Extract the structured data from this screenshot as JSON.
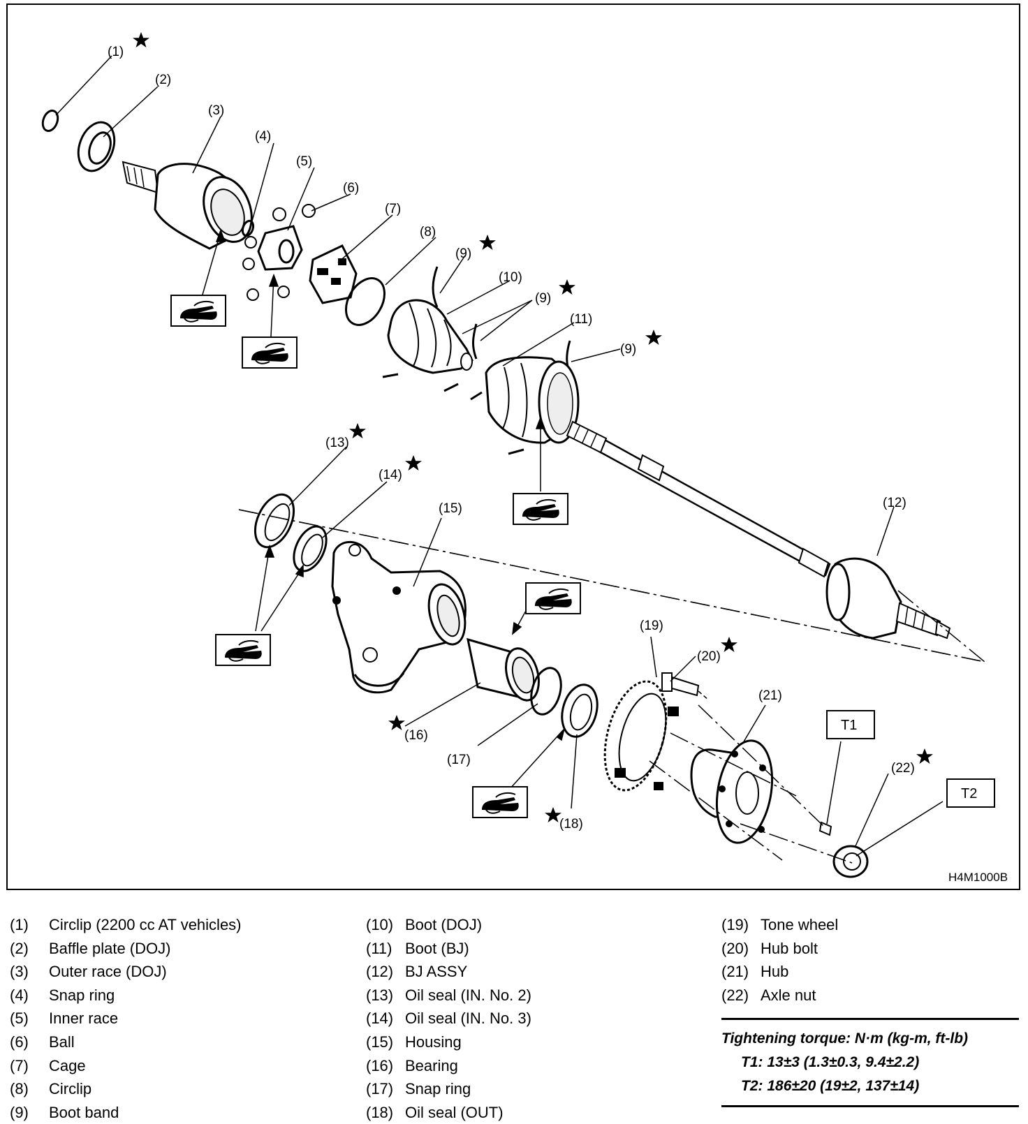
{
  "diagram": {
    "figure_code": "H4M1000B",
    "callouts": [
      {
        "id": "1",
        "text": "(1)"
      },
      {
        "id": "2",
        "text": "(2)"
      },
      {
        "id": "3",
        "text": "(3)"
      },
      {
        "id": "4",
        "text": "(4)"
      },
      {
        "id": "5",
        "text": "(5)"
      },
      {
        "id": "6",
        "text": "(6)"
      },
      {
        "id": "7",
        "text": "(7)"
      },
      {
        "id": "8",
        "text": "(8)"
      },
      {
        "id": "9a",
        "text": "(9)"
      },
      {
        "id": "9b",
        "text": "(9)"
      },
      {
        "id": "9c",
        "text": "(9)"
      },
      {
        "id": "10",
        "text": "(10)"
      },
      {
        "id": "11",
        "text": "(11)"
      },
      {
        "id": "12",
        "text": "(12)"
      },
      {
        "id": "13",
        "text": "(13)"
      },
      {
        "id": "14",
        "text": "(14)"
      },
      {
        "id": "15",
        "text": "(15)"
      },
      {
        "id": "16",
        "text": "(16)"
      },
      {
        "id": "17",
        "text": "(17)"
      },
      {
        "id": "18",
        "text": "(18)"
      },
      {
        "id": "19",
        "text": "(19)"
      },
      {
        "id": "20",
        "text": "(20)"
      },
      {
        "id": "21",
        "text": "(21)"
      },
      {
        "id": "22",
        "text": "(22)"
      }
    ],
    "torque_boxes": [
      {
        "id": "T1",
        "text": "T1"
      },
      {
        "id": "T2",
        "text": "T2"
      }
    ],
    "symbols": {
      "star": "star-icon",
      "grease": "grease-icon"
    }
  },
  "legend": {
    "col1": [
      {
        "num": "(1)",
        "label": "Circlip (2200 cc AT vehicles)"
      },
      {
        "num": "(2)",
        "label": "Baffle plate (DOJ)"
      },
      {
        "num": "(3)",
        "label": "Outer race (DOJ)"
      },
      {
        "num": "(4)",
        "label": "Snap ring"
      },
      {
        "num": "(5)",
        "label": "Inner race"
      },
      {
        "num": "(6)",
        "label": "Ball"
      },
      {
        "num": "(7)",
        "label": "Cage"
      },
      {
        "num": "(8)",
        "label": "Circlip"
      },
      {
        "num": "(9)",
        "label": "Boot band"
      }
    ],
    "col2": [
      {
        "num": "(10)",
        "label": "Boot (DOJ)"
      },
      {
        "num": "(11)",
        "label": "Boot (BJ)"
      },
      {
        "num": "(12)",
        "label": "BJ ASSY"
      },
      {
        "num": "(13)",
        "label": "Oil seal (IN. No. 2)"
      },
      {
        "num": "(14)",
        "label": "Oil seal (IN. No. 3)"
      },
      {
        "num": "(15)",
        "label": "Housing"
      },
      {
        "num": "(16)",
        "label": "Bearing"
      },
      {
        "num": "(17)",
        "label": "Snap ring"
      },
      {
        "num": "(18)",
        "label": "Oil seal (OUT)"
      }
    ],
    "col3": [
      {
        "num": "(19)",
        "label": "Tone wheel"
      },
      {
        "num": "(20)",
        "label": "Hub bolt"
      },
      {
        "num": "(21)",
        "label": "Hub"
      },
      {
        "num": "(22)",
        "label": "Axle nut"
      }
    ]
  },
  "torque": {
    "title": "Tightening torque: N·m (kg-m, ft-lb)",
    "t1": "T1: 13±3 (1.3±0.3, 9.4±2.2)",
    "t2": "T2: 186±20 (19±2, 137±14)"
  }
}
